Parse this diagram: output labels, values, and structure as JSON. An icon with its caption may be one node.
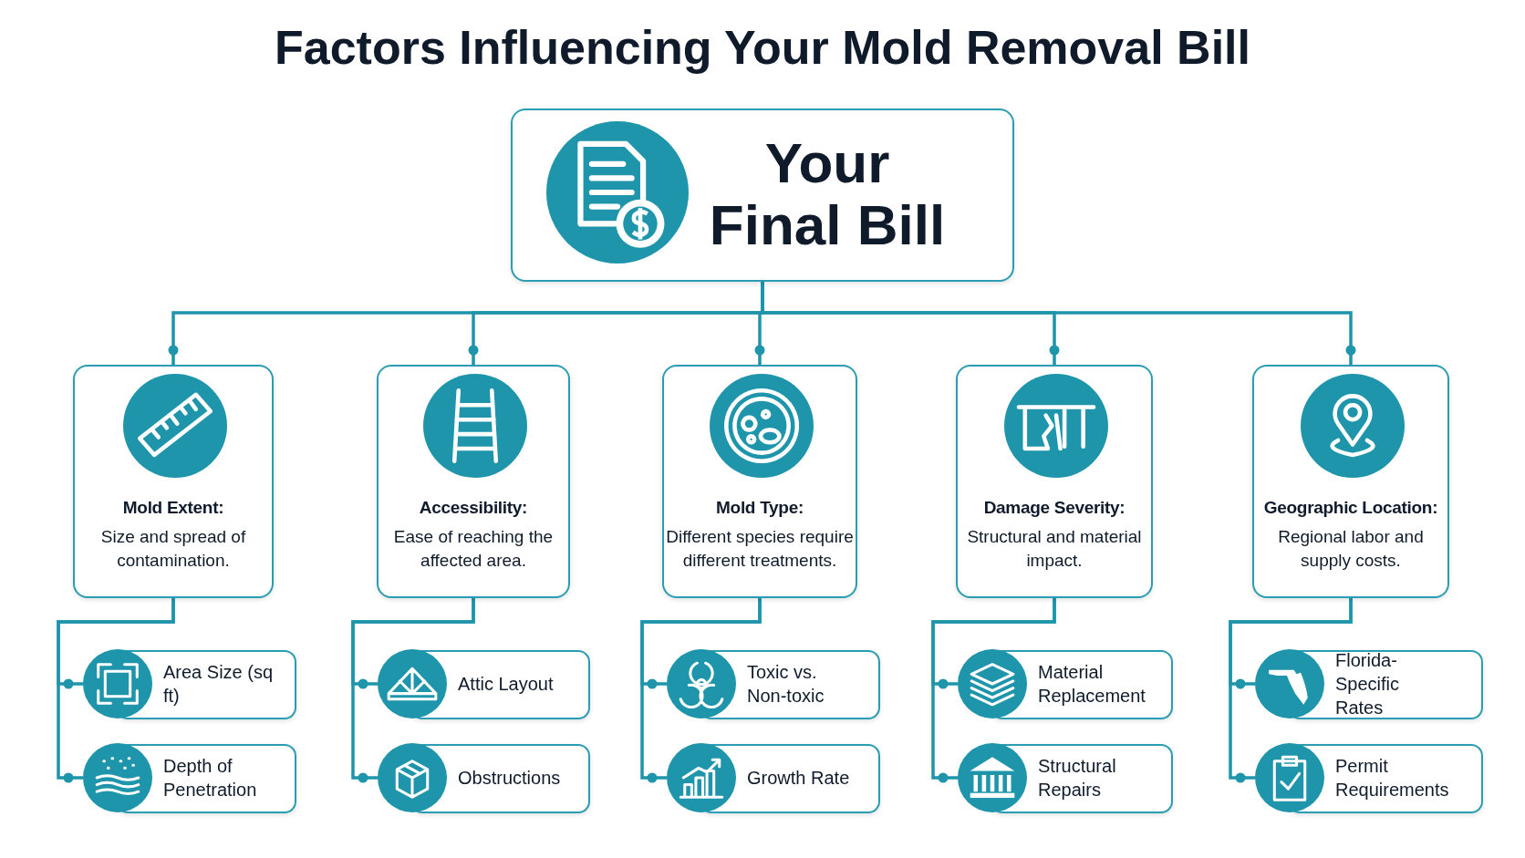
{
  "diagram": {
    "title": "Factors Influencing Your Mold Removal Bill",
    "nodes": [
      {
        "text": [
          "Your Final Bill"
        ]
      },
      {
        "text": [
          "Mold Extent:",
          "Size and spread of contamination."
        ]
      },
      {
        "text": [
          "Accessibility:",
          "Ease of reaching the affected area."
        ]
      },
      {
        "text": [
          "Mold Type:",
          "Different species require different treatments."
        ]
      },
      {
        "text": [
          "Damage Severity:",
          "Structural and material impact."
        ]
      },
      {
        "text": [
          "Geographic Location:",
          "Regional labor and supply costs."
        ]
      },
      {
        "text": [
          "Area Size (sq ft)"
        ]
      },
      {
        "text": [
          "Depth of Penetration"
        ]
      },
      {
        "text": [
          "Attic Layout"
        ]
      },
      {
        "text": [
          "Obstructions"
        ]
      },
      {
        "text": [
          "Toxic vs. Non-toxic"
        ]
      },
      {
        "text": [
          "Growth Rate"
        ]
      },
      {
        "text": [
          "Material Replacement"
        ]
      },
      {
        "text": [
          "Structural Repairs"
        ]
      },
      {
        "text": [
          "Florida-Specific Rates"
        ]
      },
      {
        "text": [
          "Permit Requirements"
        ]
      }
    ],
    "edges": [
      {
        "from": 0,
        "to": 1,
        "arrow": "other"
      },
      {
        "from": 0,
        "to": 2,
        "arrow": "other"
      },
      {
        "from": 0,
        "to": 3,
        "arrow": "other"
      },
      {
        "from": 0,
        "to": 4,
        "arrow": "other"
      },
      {
        "from": 0,
        "to": 5,
        "arrow": "other"
      },
      {
        "from": 1,
        "to": 6,
        "arrow": "other"
      },
      {
        "from": 1,
        "to": 7,
        "arrow": "other"
      },
      {
        "from": 2,
        "to": 8,
        "arrow": "other"
      },
      {
        "from": 2,
        "to": 9,
        "arrow": "other"
      },
      {
        "from": 3,
        "to": 10,
        "arrow": "other"
      },
      {
        "from": 3,
        "to": 11,
        "arrow": "other"
      },
      {
        "from": 4,
        "to": 12,
        "arrow": "other"
      },
      {
        "from": 4,
        "to": 13,
        "arrow": "other"
      },
      {
        "from": 5,
        "to": 14,
        "arrow": "other"
      },
      {
        "from": 5,
        "to": 15,
        "arrow": "other"
      }
    ]
  }
}
